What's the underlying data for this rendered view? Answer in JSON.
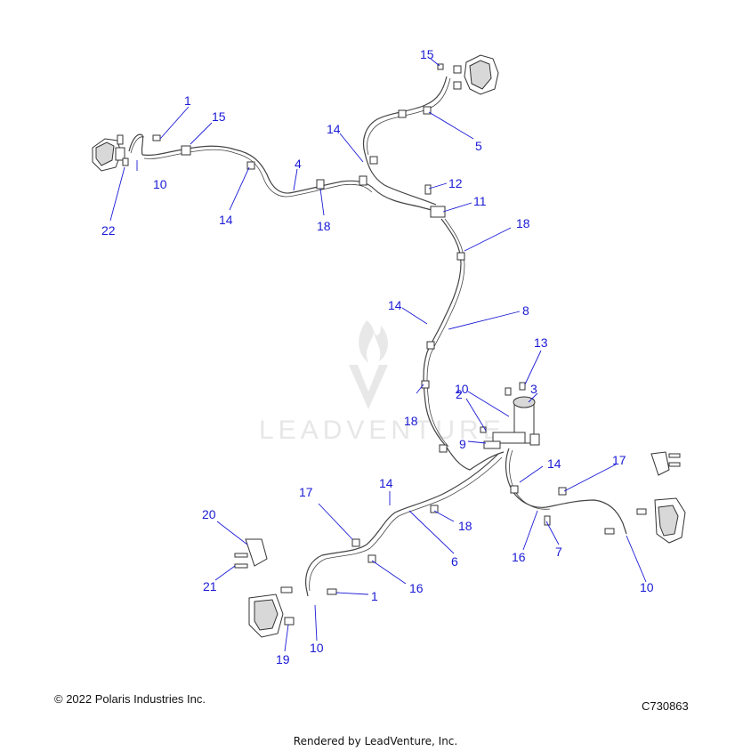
{
  "watermark": {
    "text": "LEADVENTURE"
  },
  "callouts": [
    "1",
    "15",
    "10",
    "22",
    "14",
    "4",
    "18",
    "14",
    "15",
    "5",
    "12",
    "11",
    "18",
    "14",
    "8",
    "13",
    "3",
    "10",
    "2",
    "9",
    "18",
    "14",
    "17",
    "17",
    "14",
    "18",
    "6",
    "16",
    "7",
    "16",
    "10",
    "20",
    "21",
    "19",
    "10",
    "1"
  ],
  "footer": {
    "copyright": "© 2022 Polaris Industries Inc.",
    "part_number": "C730863",
    "rendered_by": "Rendered by LeadVenture, Inc."
  }
}
